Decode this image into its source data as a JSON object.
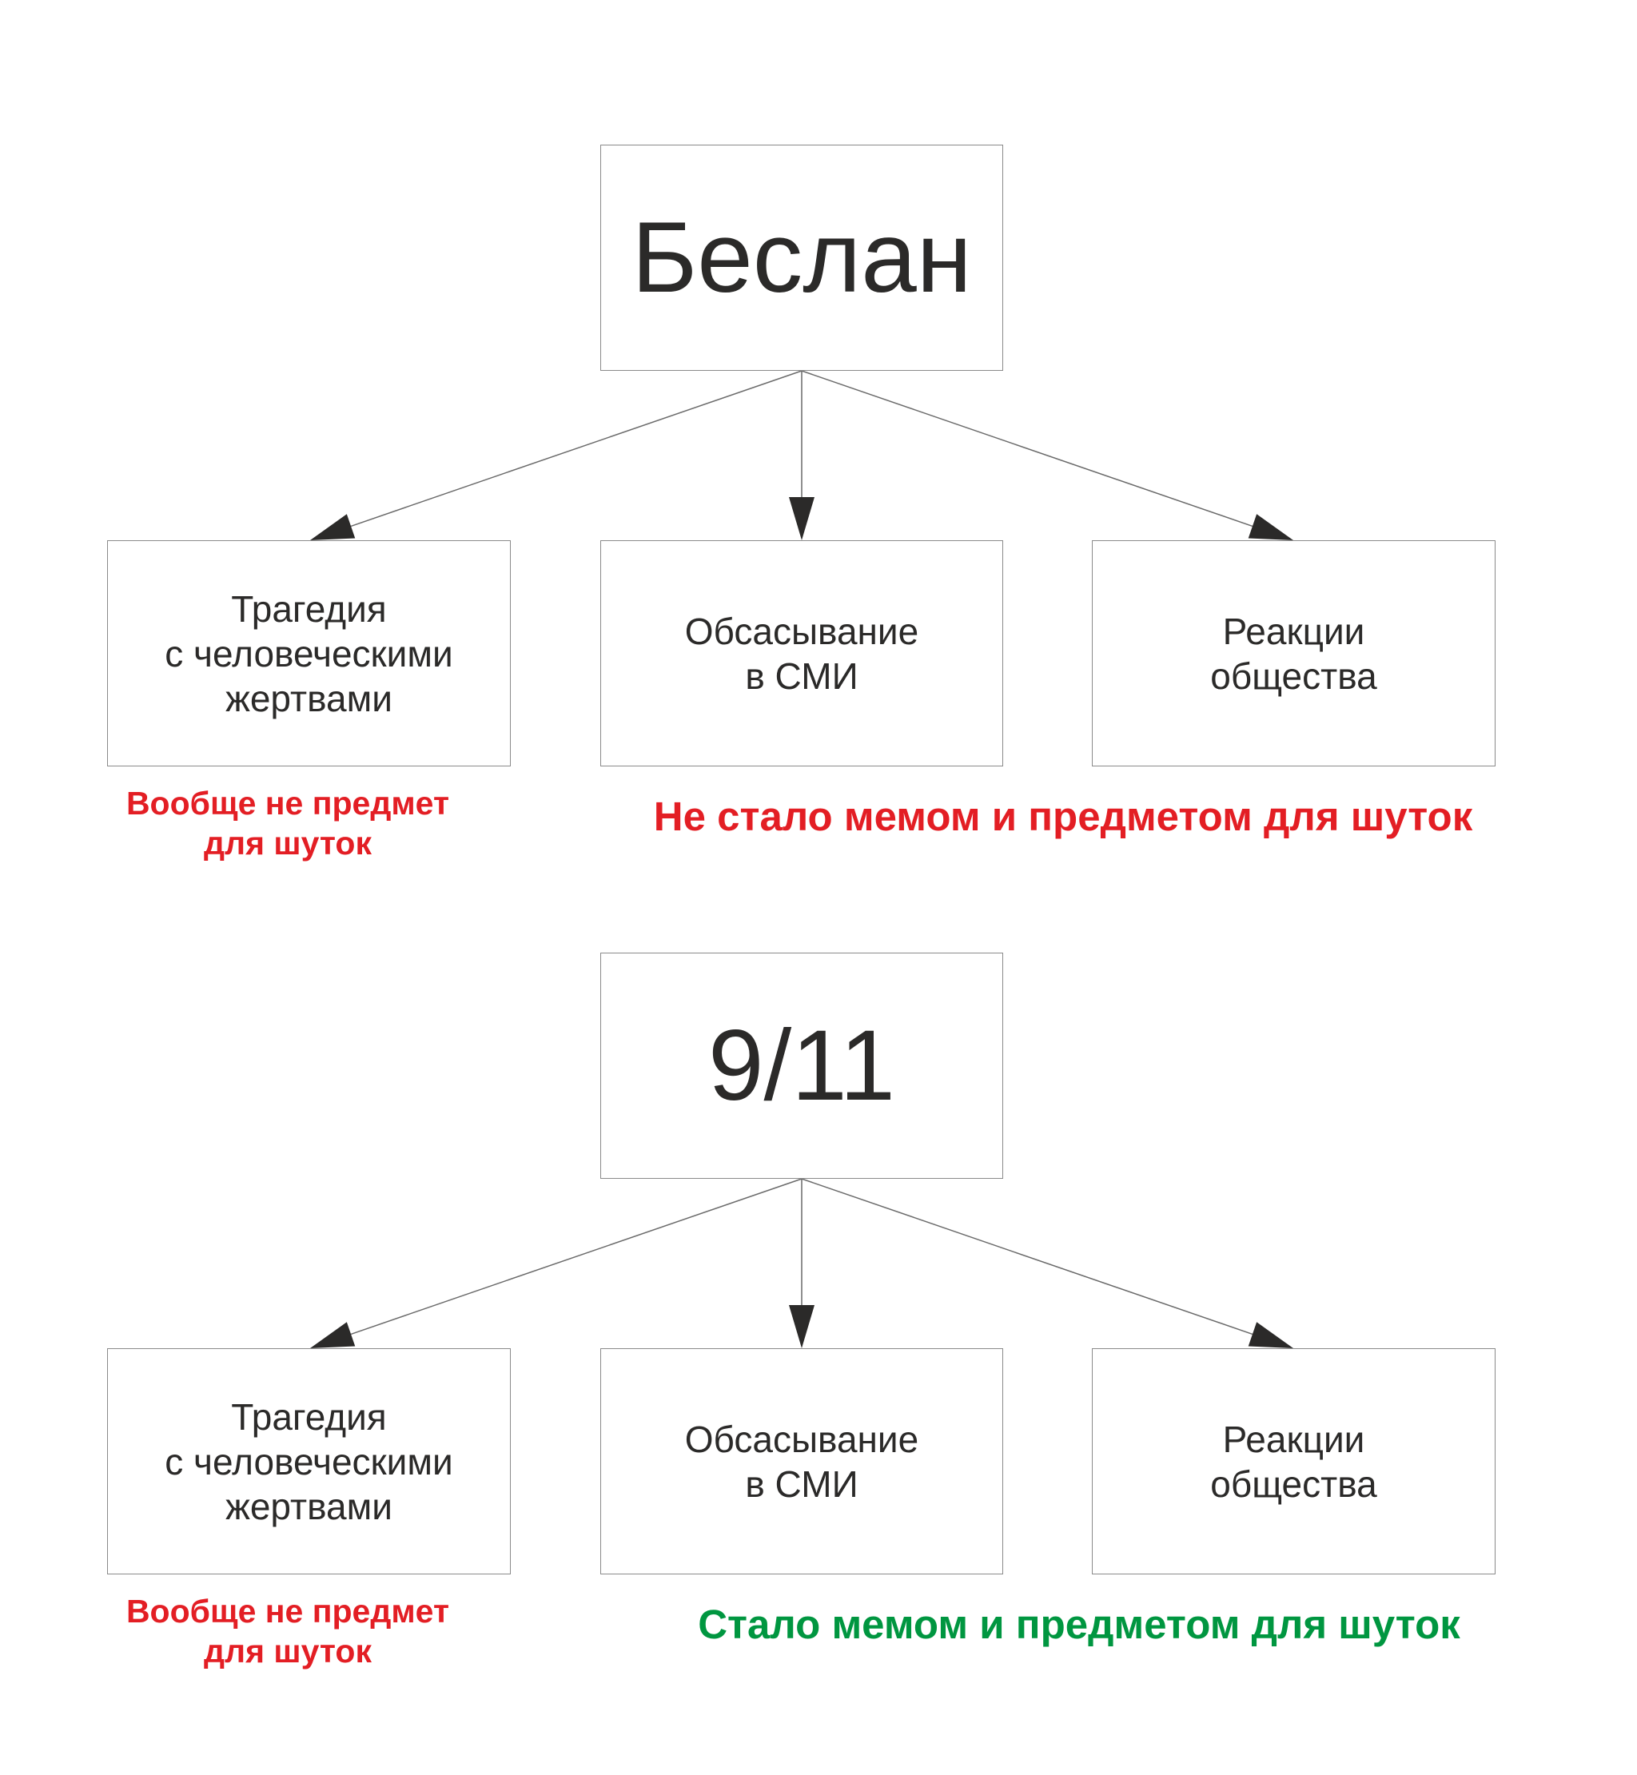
{
  "colors": {
    "text": "#2b2a29",
    "negative": "#e31e24",
    "positive": "#009640",
    "line": "#6a6a6a"
  },
  "diagrams": [
    {
      "root": "Беслан",
      "children": [
        "Трагедия\nс человеческими\nжертвами",
        "Обсасывание\nв СМИ",
        "Реакции\nобщества"
      ],
      "left_note": "Вообще не предмет\nдля шуток",
      "right_note": "Не стало мемом и предметом для шуток"
    },
    {
      "root": "9/11",
      "children": [
        "Трагедия\nс человеческими\nжертвами",
        "Обсасывание\nв СМИ",
        "Реакции\nобщества"
      ],
      "left_note": "Вообще не предмет\nдля шуток",
      "right_note": "Стало мемом и предметом для шуток"
    }
  ]
}
